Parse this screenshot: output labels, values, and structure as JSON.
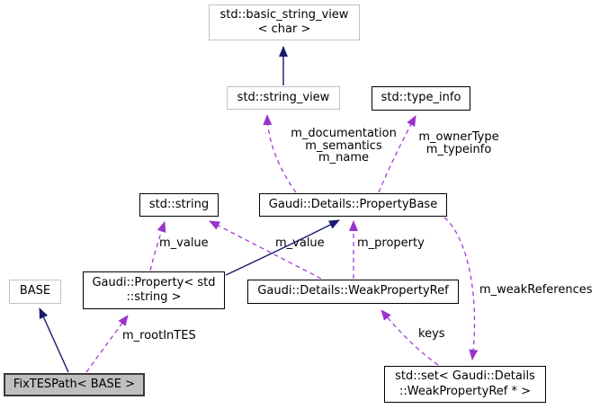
{
  "diagram": {
    "title": "FixTESPath collaboration graph",
    "colors": {
      "inheritance_arrow": "#191970",
      "usage_arrow": "#9a32cd",
      "node_border": "#000000",
      "muted_node_border": "#c2c2c2",
      "current_node_fill": "#bfbfbf",
      "background": "#ffffff"
    },
    "nodes": {
      "basic_string_view": {
        "label": "std::basic_string_view\n< char >"
      },
      "string_view": {
        "label": "std::string_view"
      },
      "type_info": {
        "label": "std::type_info"
      },
      "std_string": {
        "label": "std::string"
      },
      "property_base": {
        "label": "Gaudi::Details::PropertyBase"
      },
      "base": {
        "label": "BASE"
      },
      "property_string": {
        "label": "Gaudi::Property< std\n::string >"
      },
      "weak_property_ref": {
        "label": "Gaudi::Details::WeakPropertyRef"
      },
      "fix_tes_path": {
        "label": "FixTESPath< BASE >"
      },
      "weak_ref_set": {
        "label": "std::set< Gaudi::Details\n::WeakPropertyRef * >"
      }
    },
    "edge_labels": {
      "doc_group": "m_documentation\nm_semantics\nm_name",
      "owner_group": "m_ownerType\nm_typeinfo",
      "value_left": "m_value",
      "value_center": "m_value",
      "property": "m_property",
      "weak_references": "m_weakReferences",
      "root_in_tes": "m_rootInTES",
      "keys": "keys"
    }
  }
}
